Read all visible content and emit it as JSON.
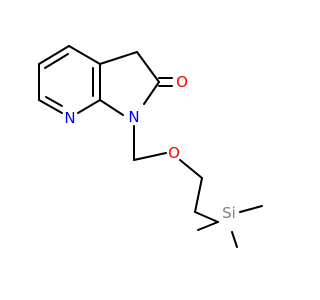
{
  "atoms": {
    "pyridine_n": "N",
    "lactam_n": "N",
    "carbonyl_o": "O",
    "ether_o": "O",
    "silicon": "Si"
  },
  "colors": {
    "bond": "#000000",
    "nitrogen": "#0000ff",
    "oxygen": "#ff0000",
    "silicon": "#808080",
    "background": "#ffffff"
  }
}
